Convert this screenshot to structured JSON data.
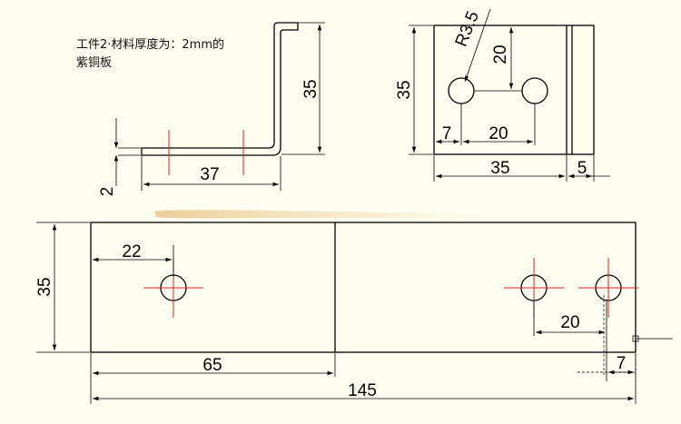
{
  "note": {
    "line1": "工件2·材料厚度为：2mm的",
    "line2": "紫铜板"
  },
  "side_view": {
    "dim_height": "35",
    "dim_length": "37",
    "dim_thickness": "2"
  },
  "end_view": {
    "dim_radius": "R3.5",
    "dim_hole_offset": "20",
    "dim_height": "35",
    "dim_edge_to_hole": "7",
    "dim_hole_spacing": "20",
    "dim_width": "35",
    "dim_flange": "5"
  },
  "flat_pattern": {
    "dim_height": "35",
    "dim_first_hole": "22",
    "dim_hole_spacing": "20",
    "dim_edge_to_hole": "7",
    "dim_bend_line": "65",
    "dim_total_length": "145"
  },
  "colors": {
    "background": "#fefef0",
    "line": "#000000",
    "centerline": "#e0202a",
    "highlight": "#e8c890"
  }
}
